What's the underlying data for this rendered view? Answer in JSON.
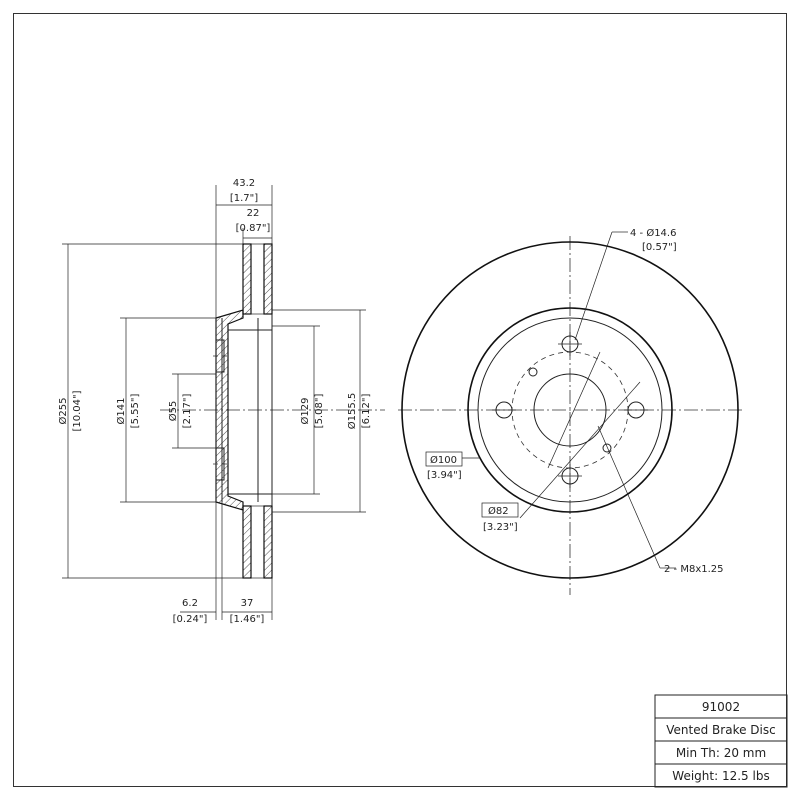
{
  "side_view": {
    "width_overall": {
      "mm": "43.2",
      "in": "[1.7\"]"
    },
    "width_friction": {
      "mm": "22",
      "in": "[0.87\"]"
    },
    "dia_outer": {
      "mm": "Ø255",
      "in": "[10.04\"]"
    },
    "dia_141": {
      "mm": "Ø141",
      "in": "[5.55\"]"
    },
    "dia_55": {
      "mm": "Ø55",
      "in": "[2.17\"]"
    },
    "dia_129": {
      "mm": "Ø129",
      "in": "[5.08\"]"
    },
    "dia_155": {
      "mm": "Ø155.5",
      "in": "[6.12\"]"
    },
    "hat_thickness": {
      "mm": "6.2",
      "in": "[0.24\"]"
    },
    "offset": {
      "mm": "37",
      "in": "[1.46\"]"
    }
  },
  "front_view": {
    "bolt_holes": {
      "mm": "4 - Ø14.6",
      "in": "[0.57\"]"
    },
    "pcd_100": {
      "mm": "Ø100",
      "in": "[3.94\"]"
    },
    "pcd_82": {
      "mm": "Ø82",
      "in": "[3.23\"]"
    },
    "threads": {
      "label": "2 - M8x1.25"
    }
  },
  "title_block": {
    "part_number": "91002",
    "description": "Vented Brake Disc",
    "min_thickness": "Min Th: 20 mm",
    "weight": "Weight: 12.5 lbs"
  }
}
